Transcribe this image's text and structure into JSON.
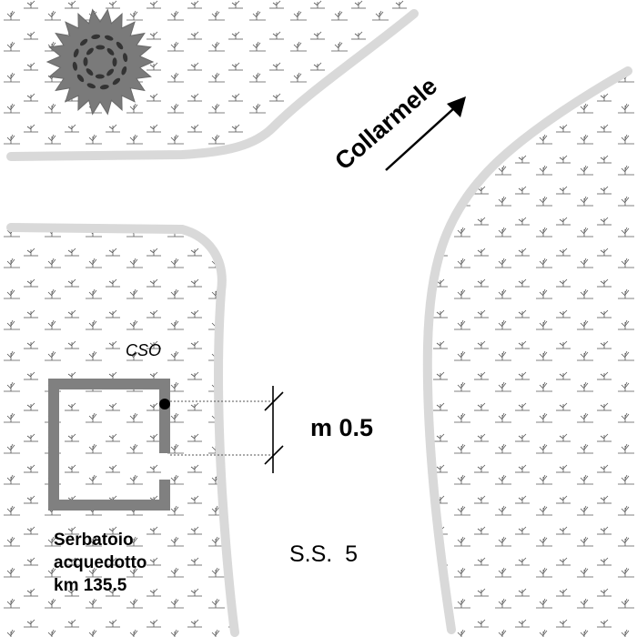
{
  "map": {
    "direction_label": "Collarmele",
    "station_label": "CSO",
    "distance_label": "m 0.5",
    "road_label": "S.S.  5",
    "reservoir_lines": [
      "Serbatoio",
      "acquedotto",
      "km 135.5"
    ]
  },
  "colors": {
    "road_edge": "#d9d9d9",
    "building_wall": "#808080",
    "tree_fill": "#7a7a7a",
    "tree_detail": "#333333",
    "hatch": "#555555",
    "text": "#000000"
  },
  "icons": {
    "tree": "tree-icon",
    "arrow": "direction-arrow-icon",
    "marker": "station-dot-icon"
  }
}
